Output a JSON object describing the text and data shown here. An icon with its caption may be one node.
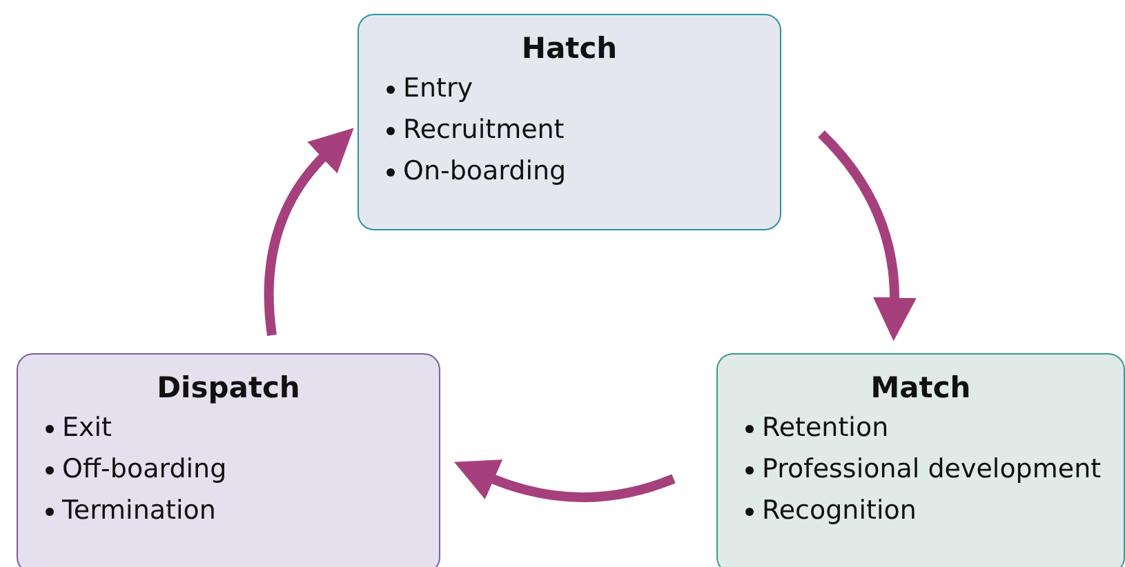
{
  "diagram": {
    "nodes": [
      {
        "text": [
          "Hatch",
          "Entry",
          "Recruitment",
          "On-boarding"
        ]
      },
      {
        "text": [
          "Match",
          "Retention",
          "Professional development",
          "Recognition"
        ]
      },
      {
        "text": [
          "Dispatch",
          "Exit",
          "Off-boarding",
          "Termination"
        ]
      }
    ],
    "edges": [
      {
        "from": 0,
        "to": 1,
        "arrow": "to"
      },
      {
        "from": 1,
        "to": 2,
        "arrow": "to"
      },
      {
        "from": 2,
        "to": 0,
        "arrow": "to"
      }
    ]
  }
}
